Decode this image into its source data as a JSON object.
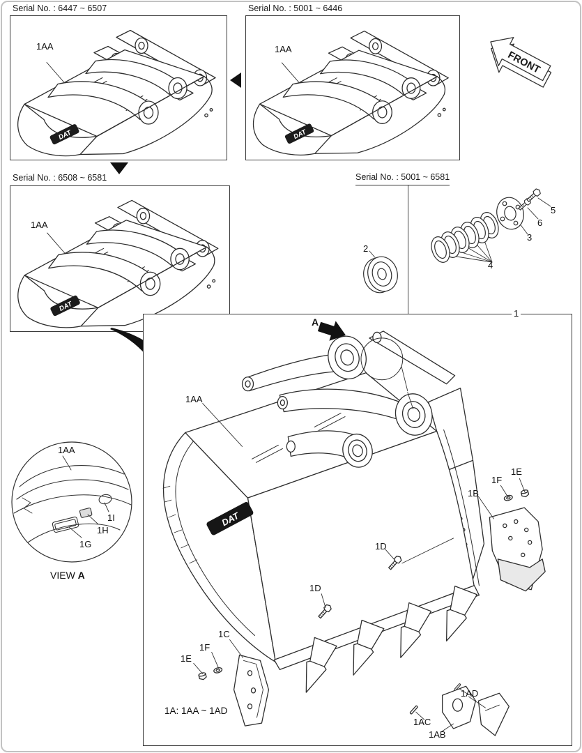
{
  "brand": {
    "logo": "DAT"
  },
  "panels": [
    {
      "serial": "Serial No. : 6447 ~ 6507",
      "part_label": "1AA"
    },
    {
      "serial": "Serial No. : 5001 ~ 6446",
      "part_label": "1AA"
    },
    {
      "serial": "Serial No. : 6508 ~ 6581",
      "part_label": "1AA"
    }
  ],
  "front_arrow": {
    "label": "FRONT"
  },
  "shim_group": {
    "serial": "Serial No. : 5001 ~ 6581",
    "plug": "2",
    "flange": "3",
    "shims": "4",
    "bolt5": "5",
    "bolt6": "6"
  },
  "main": {
    "assembly": "1",
    "view_arrow": "A",
    "bucket": "1AA",
    "side_cutter_right": "1B",
    "side_cutter_left": "1C",
    "bolt_d_upper": "1D",
    "bolt_d_lower": "1D",
    "nut_e_right": "1E",
    "washer_f_right": "1F",
    "nut_e_left": "1E",
    "washer_f_left": "1F",
    "tooth_point": "1AD",
    "tooth_pin": "1AC",
    "tooth_adapter": "1AB",
    "footnote": "1A: 1AA ~ 1AD"
  },
  "view_a": {
    "title_prefix": "VIEW",
    "title_letter": "A",
    "bucket": "1AA",
    "plate": "1G",
    "wear_plate": "1H",
    "hole": "1I"
  }
}
